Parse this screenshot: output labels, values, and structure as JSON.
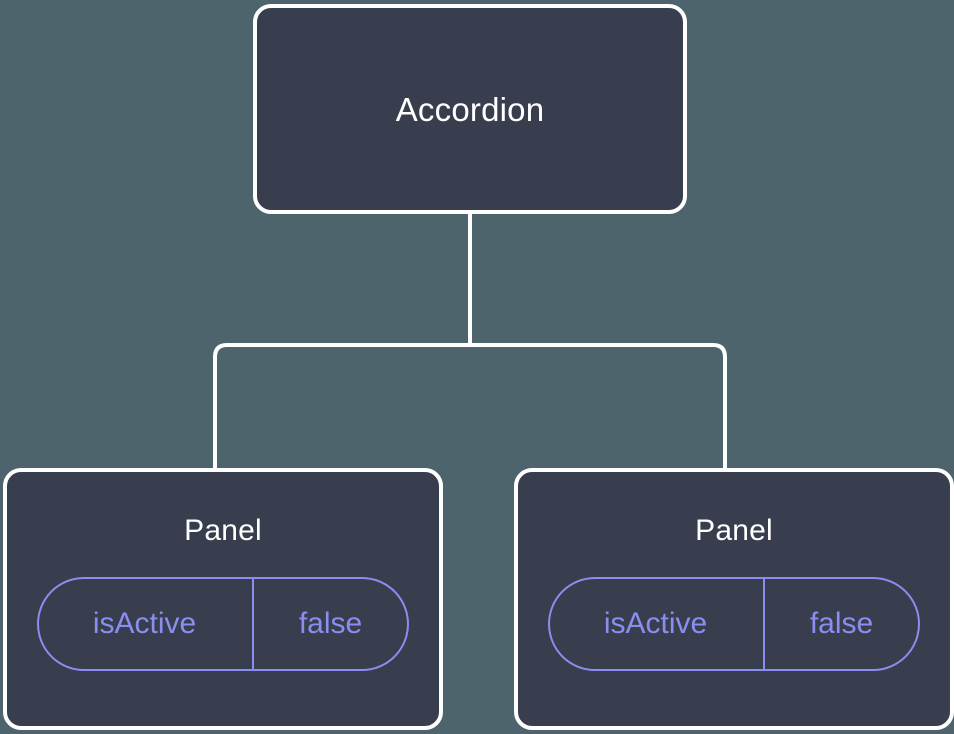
{
  "diagram": {
    "type": "component-tree",
    "background_color": "#4d646d",
    "node_fill_color": "#383e4e",
    "node_border_color": "#ffffff",
    "edge_color": "#ffffff",
    "prop_accent_color": "#8b8ef0",
    "root": {
      "label": "Accordion"
    },
    "children": [
      {
        "label": "Panel",
        "prop": {
          "key": "isActive",
          "value": "false"
        }
      },
      {
        "label": "Panel",
        "prop": {
          "key": "isActive",
          "value": "false"
        }
      }
    ]
  }
}
